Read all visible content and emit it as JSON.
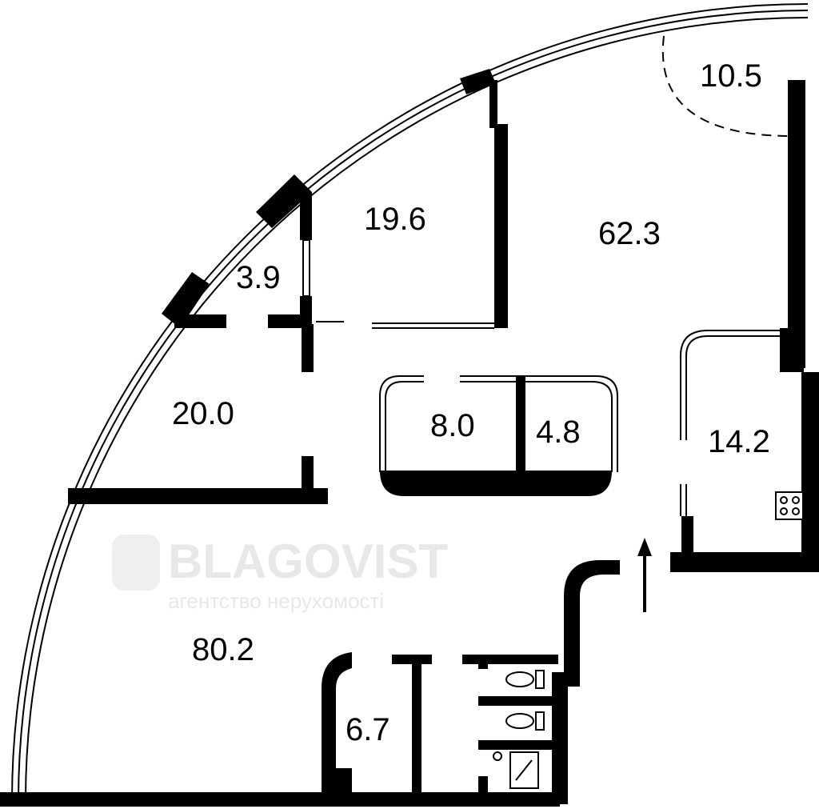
{
  "watermark": {
    "brand": "BLAGOVIST",
    "tagline": "агентство нерухомості"
  },
  "rooms": [
    {
      "id": "balcony",
      "area": "10.5"
    },
    {
      "id": "living",
      "area": "62.3"
    },
    {
      "id": "bedroom-1",
      "area": "19.6"
    },
    {
      "id": "closet",
      "area": "3.9"
    },
    {
      "id": "bedroom-2",
      "area": "20.0"
    },
    {
      "id": "bath-1",
      "area": "8.0"
    },
    {
      "id": "bath-2",
      "area": "4.8"
    },
    {
      "id": "kitchen",
      "area": "14.2"
    },
    {
      "id": "hall",
      "area": "80.2"
    },
    {
      "id": "storage",
      "area": "6.7"
    }
  ],
  "icons": [
    "entrance-arrow-icon",
    "stove-icon",
    "toilet-icon",
    "shower-icon"
  ]
}
